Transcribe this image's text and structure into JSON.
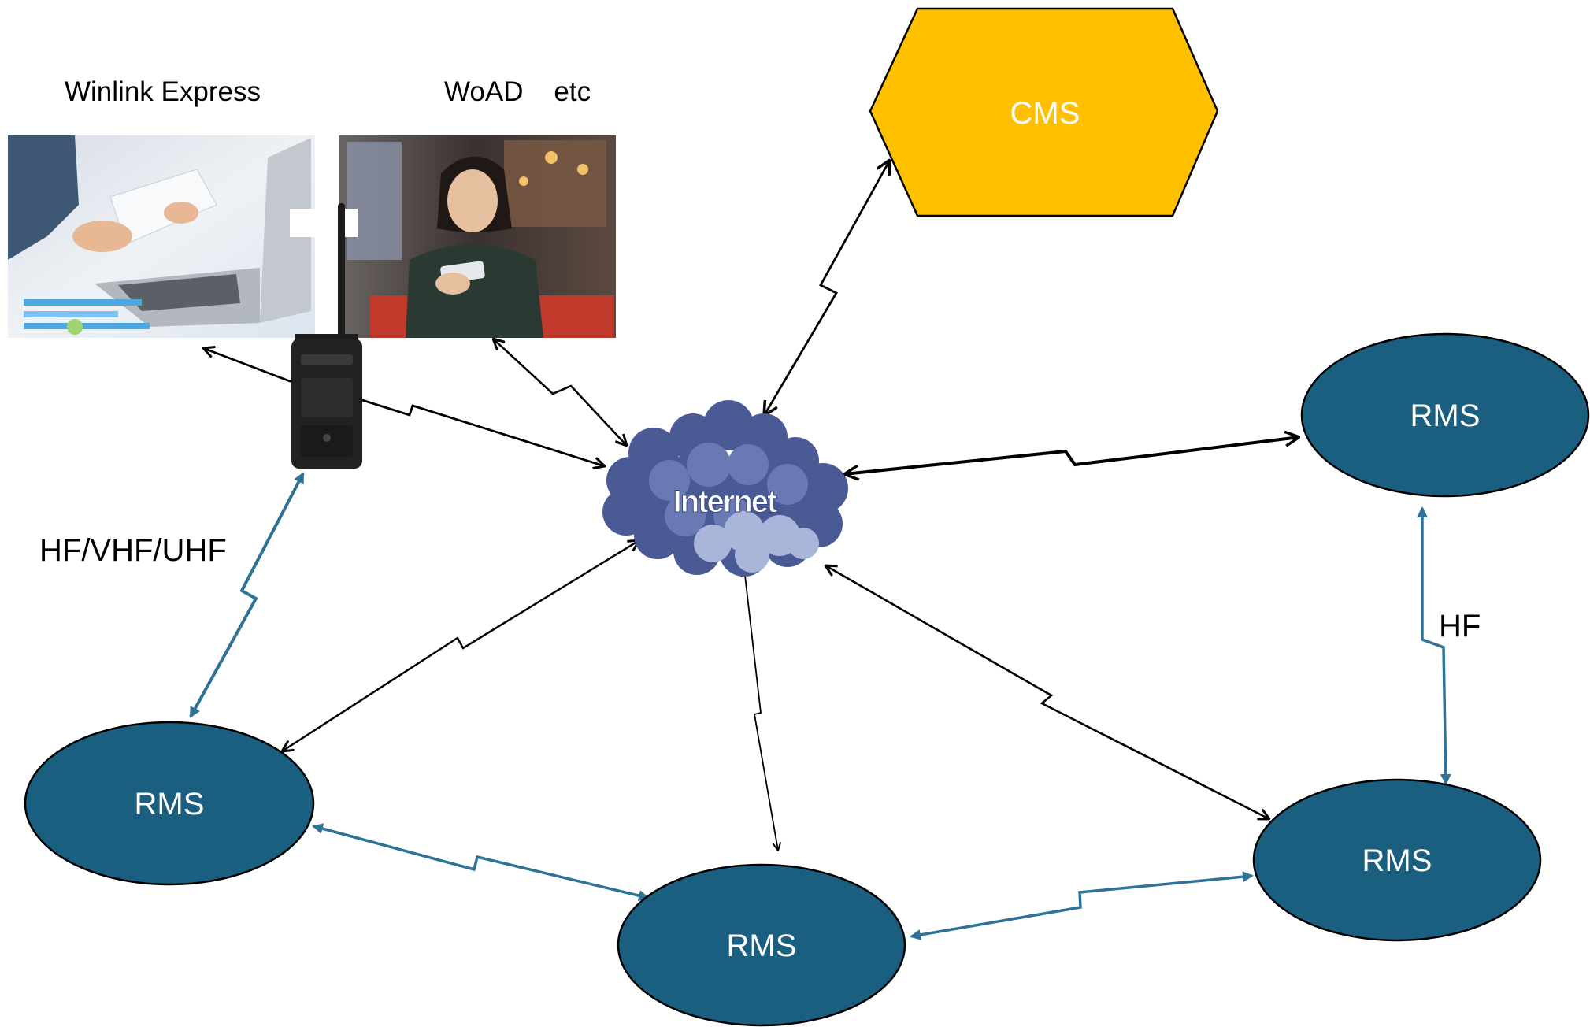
{
  "labels": {
    "winlink": "Winlink Express",
    "woad": "WoAD    etc",
    "radio_band": "HF/VHF/UHF",
    "hf": "HF",
    "internet": "Internet",
    "cms": "CMS"
  },
  "rms_nodes": [
    {
      "label": "RMS"
    },
    {
      "label": "RMS"
    },
    {
      "label": "RMS"
    },
    {
      "label": "RMS"
    }
  ],
  "colors": {
    "cms_fill": "#FFC000",
    "rms_fill": "#1A5E80",
    "radio_link": "#2E7296",
    "internet_link": "#000000",
    "cloud_dark": "#4A5A94",
    "cloud_mid": "#6879B4",
    "cloud_light": "#A9B6D9"
  },
  "icons": {
    "laptop": "laptop-user-photo",
    "phone": "smartphone-user-photo",
    "radio": "handheld-radio",
    "cloud": "internet-cloud"
  }
}
